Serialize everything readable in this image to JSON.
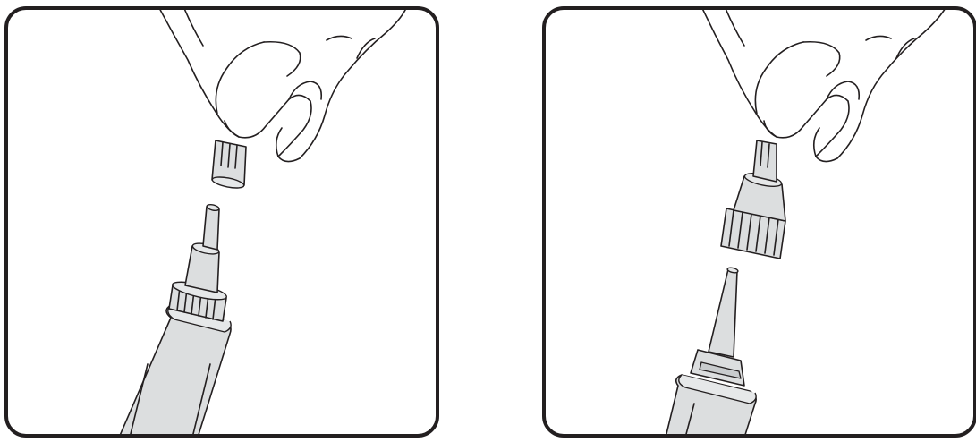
{
  "figure": {
    "panels": [
      {
        "id": "step-1",
        "depicts": [
          "gloved-hand",
          "cap",
          "bottle-with-nozzle"
        ]
      },
      {
        "id": "step-2",
        "depicts": [
          "gloved-hand",
          "cap-with-nozzle",
          "bottle-with-tip"
        ]
      }
    ]
  }
}
